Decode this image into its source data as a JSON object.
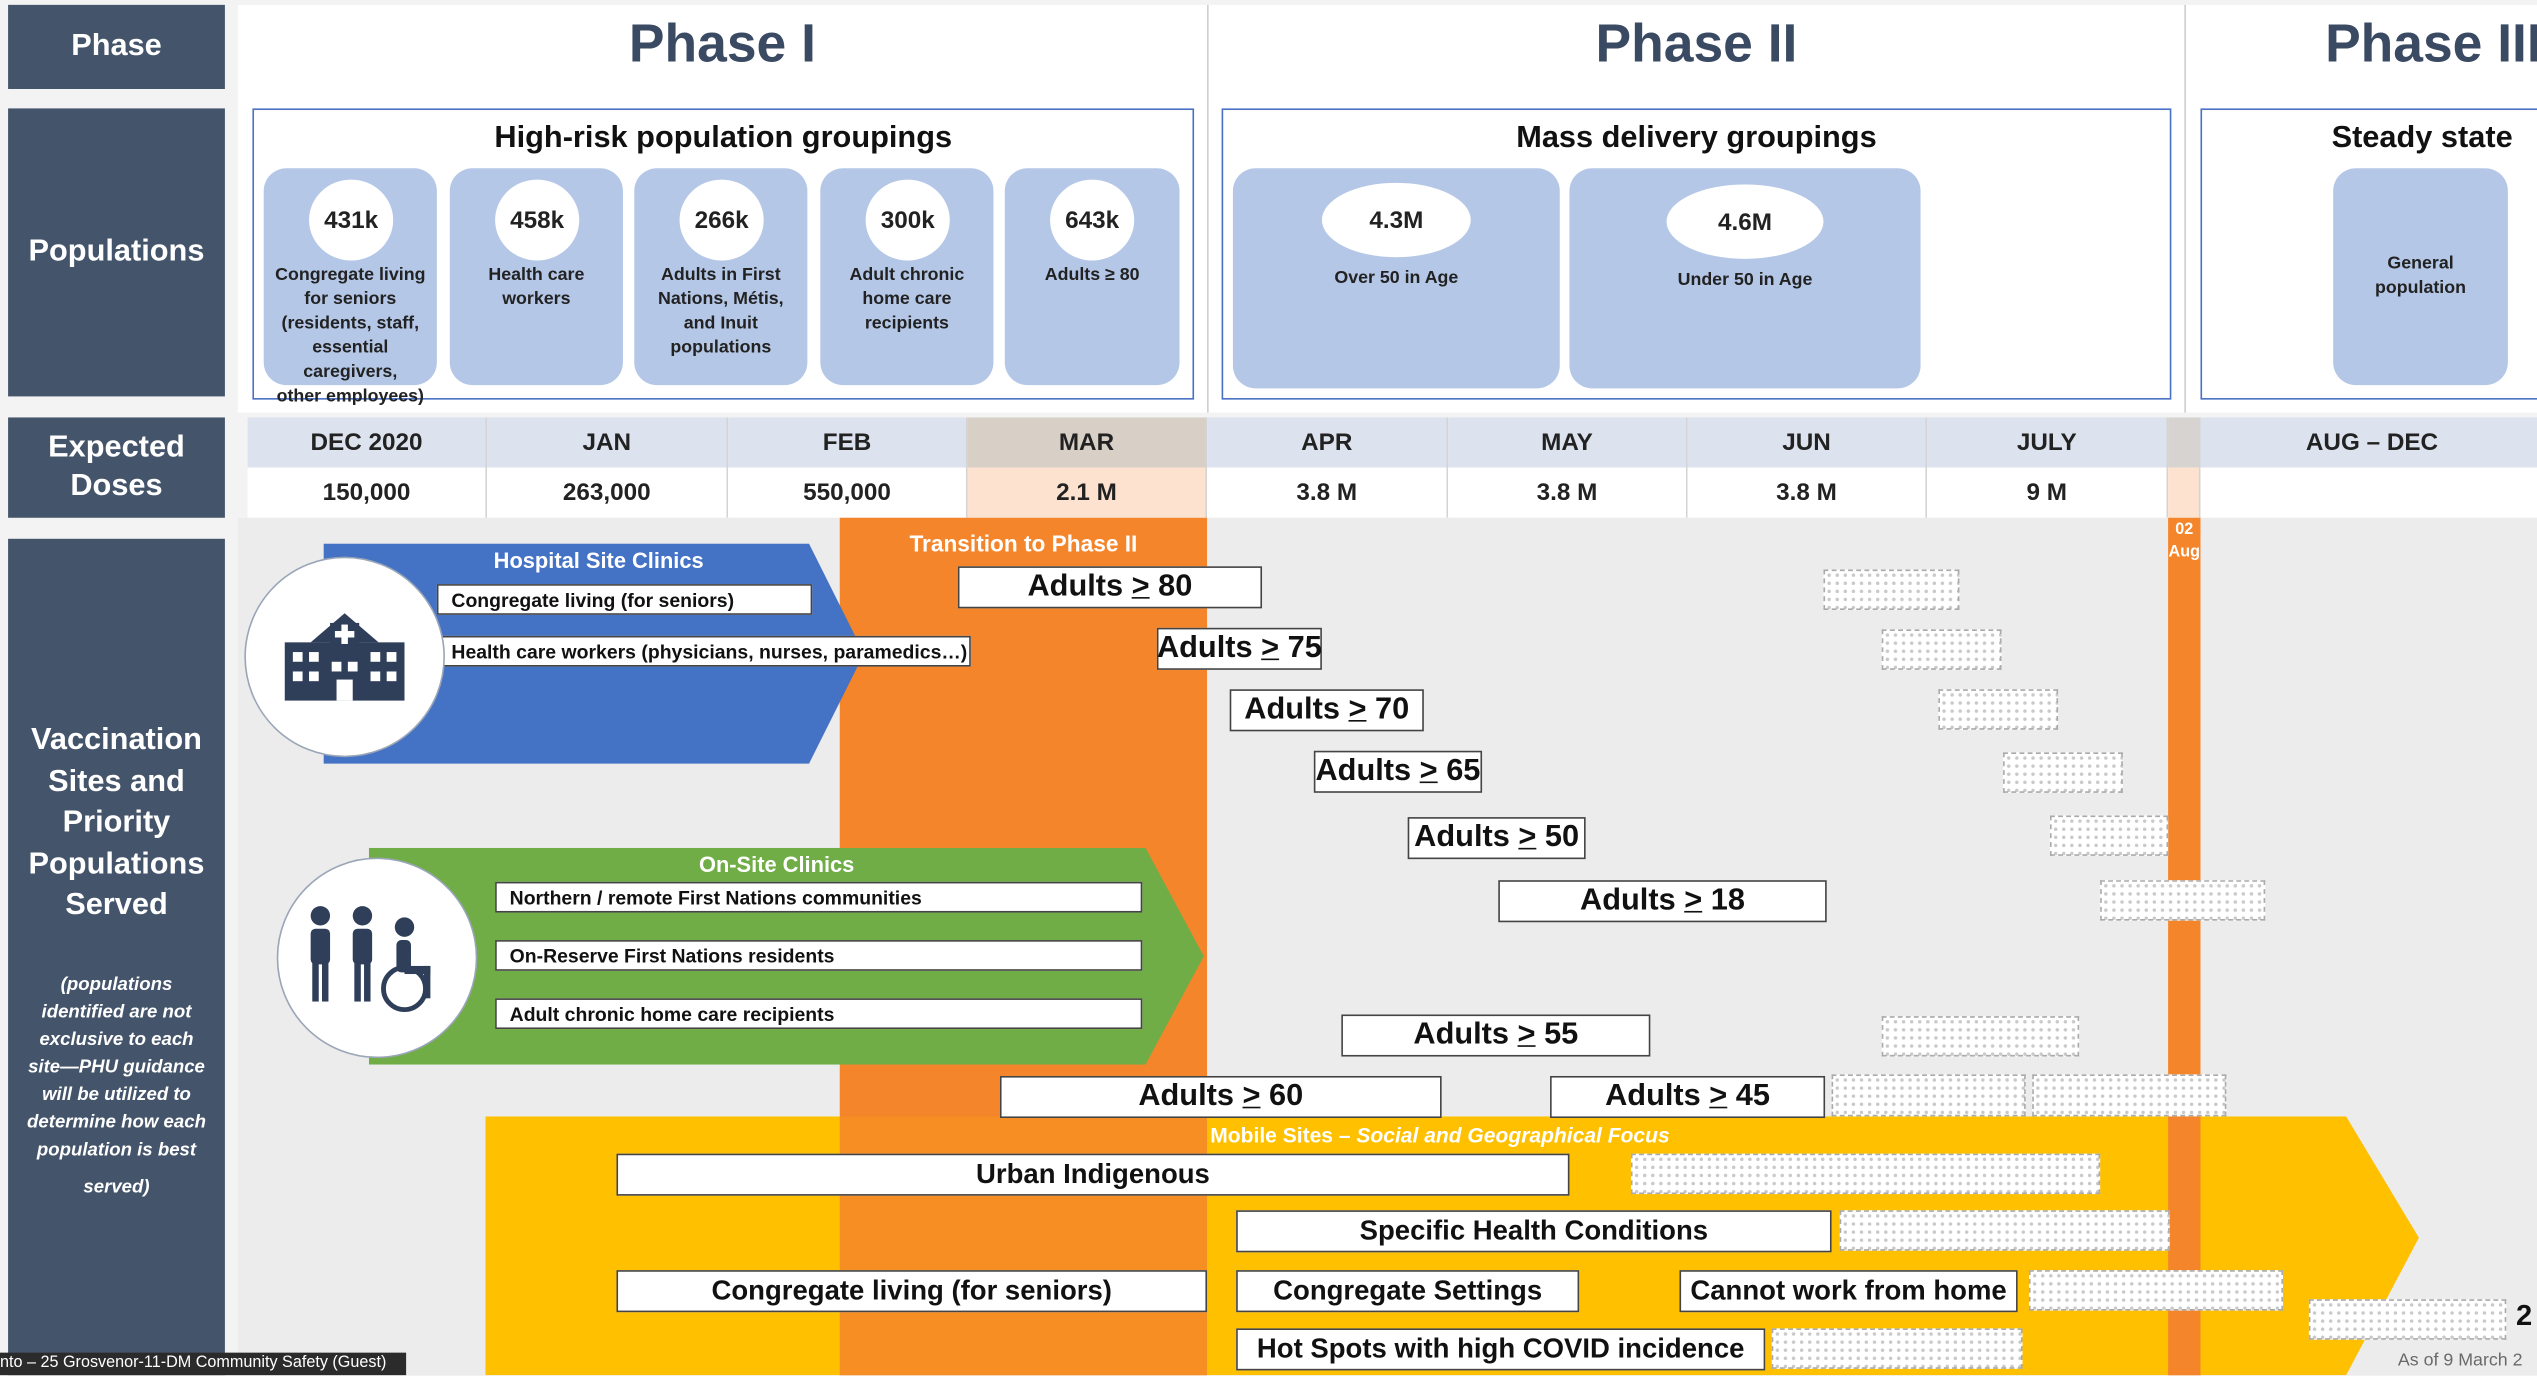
{
  "sidebar": {
    "phase": "Phase",
    "populations": "Populations",
    "doses": [
      "Expected",
      "Doses"
    ],
    "sites": [
      "Vaccination",
      "Sites and",
      "Priority",
      "Populations",
      "Served"
    ],
    "note": [
      "(populations",
      "identified are not",
      "exclusive to each",
      "site—PHU guidance",
      "will be utilized to",
      "determine how each",
      "population is best",
      "served)"
    ]
  },
  "phases": {
    "p1": "Phase I",
    "p2": "Phase II",
    "p3": "Phase III"
  },
  "groups": {
    "high_risk": {
      "title": "High-risk population groupings",
      "tiles": [
        {
          "count": "431k",
          "label": [
            "Congregate living",
            "for seniors",
            "(residents, staff,",
            "essential caregivers,",
            "other employees)"
          ]
        },
        {
          "count": "458k",
          "label": [
            "Health care",
            "workers"
          ]
        },
        {
          "count": "266k",
          "label": [
            "Adults in First",
            "Nations, Métis,",
            "and Inuit",
            "populations"
          ]
        },
        {
          "count": "300k",
          "label": [
            "Adult chronic",
            "home care",
            "recipients"
          ]
        },
        {
          "count": "643k",
          "label": [
            "Adults ≥ 80"
          ]
        }
      ]
    },
    "mass": {
      "title": "Mass delivery groupings",
      "tiles": [
        {
          "count": "4.3M",
          "label": [
            "Over 50 in Age"
          ]
        },
        {
          "count": "4.6M",
          "label": [
            "Under 50 in Age"
          ]
        }
      ]
    },
    "steady": {
      "title": "Steady state",
      "tile_label": [
        "General",
        "population"
      ]
    }
  },
  "doses": {
    "months": [
      "DEC 2020",
      "JAN",
      "FEB",
      "MAR",
      "APR",
      "MAY",
      "JUN",
      "JULY",
      "AUG – DEC"
    ],
    "values": [
      "150,000",
      "263,000",
      "550,000",
      "2.1 M",
      "3.8 M",
      "3.8 M",
      "3.8 M",
      "9 M",
      ""
    ]
  },
  "transition_label": "Transition to Phase II",
  "marker_label": [
    "02",
    "Aug"
  ],
  "hospital": {
    "title": "Hospital Site Clinics",
    "items": [
      "Congregate living (for seniors)",
      "Health care workers (physicians, nurses, paramedics…)"
    ]
  },
  "onsite": {
    "title": "On-Site Clinics",
    "items": [
      "Northern / remote First Nations communities",
      "On-Reserve First Nations residents",
      "Adult chronic home care recipients"
    ]
  },
  "age_groups": [
    {
      "prefix": "Adults ",
      "age": "80"
    },
    {
      "prefix": "Adults ",
      "age": "75"
    },
    {
      "prefix": "Adults ",
      "age": "70"
    },
    {
      "prefix": "Adults ",
      "age": "65"
    },
    {
      "prefix": "Adults ",
      "age": "50"
    },
    {
      "prefix": "Adults ",
      "age": "18"
    },
    {
      "prefix": "Adults ",
      "age": "55"
    },
    {
      "prefix": "Adults ",
      "age": "60"
    },
    {
      "prefix": "Adults ",
      "age": "45"
    }
  ],
  "mobile": {
    "title_main": "Mobile Sites – ",
    "title_italic": "Social and Geographical Focus",
    "items": [
      "Urban Indigenous",
      "Specific Health Conditions",
      "Congregate living (for seniors)",
      "Congregate Settings",
      "Cannot work from home",
      "Hot Spots with high COVID incidence"
    ]
  },
  "footer": {
    "meeting": "nto – 25 Grosvenor-11-DM Community Safety (Guest)",
    "as_of": "As of 9 March 2",
    "edge_number": "2"
  },
  "colors": {
    "sidebar": "#44546a",
    "orange": "#f5852a",
    "hospital_blue": "#4472c4",
    "onsite_green": "#70ad47",
    "mobile_yellow": "#ffc000",
    "tile_blue": "#b4c7e7"
  }
}
